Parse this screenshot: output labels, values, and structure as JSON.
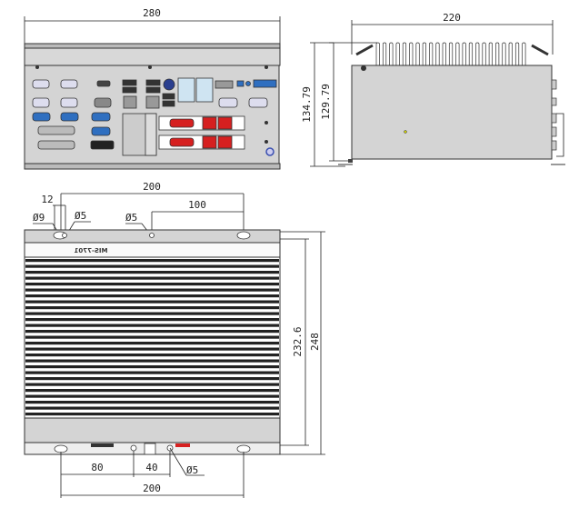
{
  "front_view": {
    "width_label": "280"
  },
  "side_view": {
    "depth_label": "220",
    "height_inner_label": "129.79",
    "height_outer_label": "134.79"
  },
  "bottom_view": {
    "model_label": "MIS-7701",
    "top_span_label": "200",
    "top_half_label": "100",
    "offset_label": "12",
    "slot_dia_label": "Ø9",
    "hole_dia_label_1": "Ø5",
    "hole_dia_label_2": "Ø5",
    "depth_label": "248",
    "inner_depth_label": "232.6",
    "bottom_80_label": "80",
    "bottom_40_label": "40",
    "bottom_span_label": "200",
    "bottom_hole_dia_label": "Ø5"
  },
  "colors": {
    "body_gray": "#d4d4d4",
    "port_blue": "#2f6fc0",
    "port_red": "#d62020",
    "lan_blue": "#cfe4f2"
  }
}
